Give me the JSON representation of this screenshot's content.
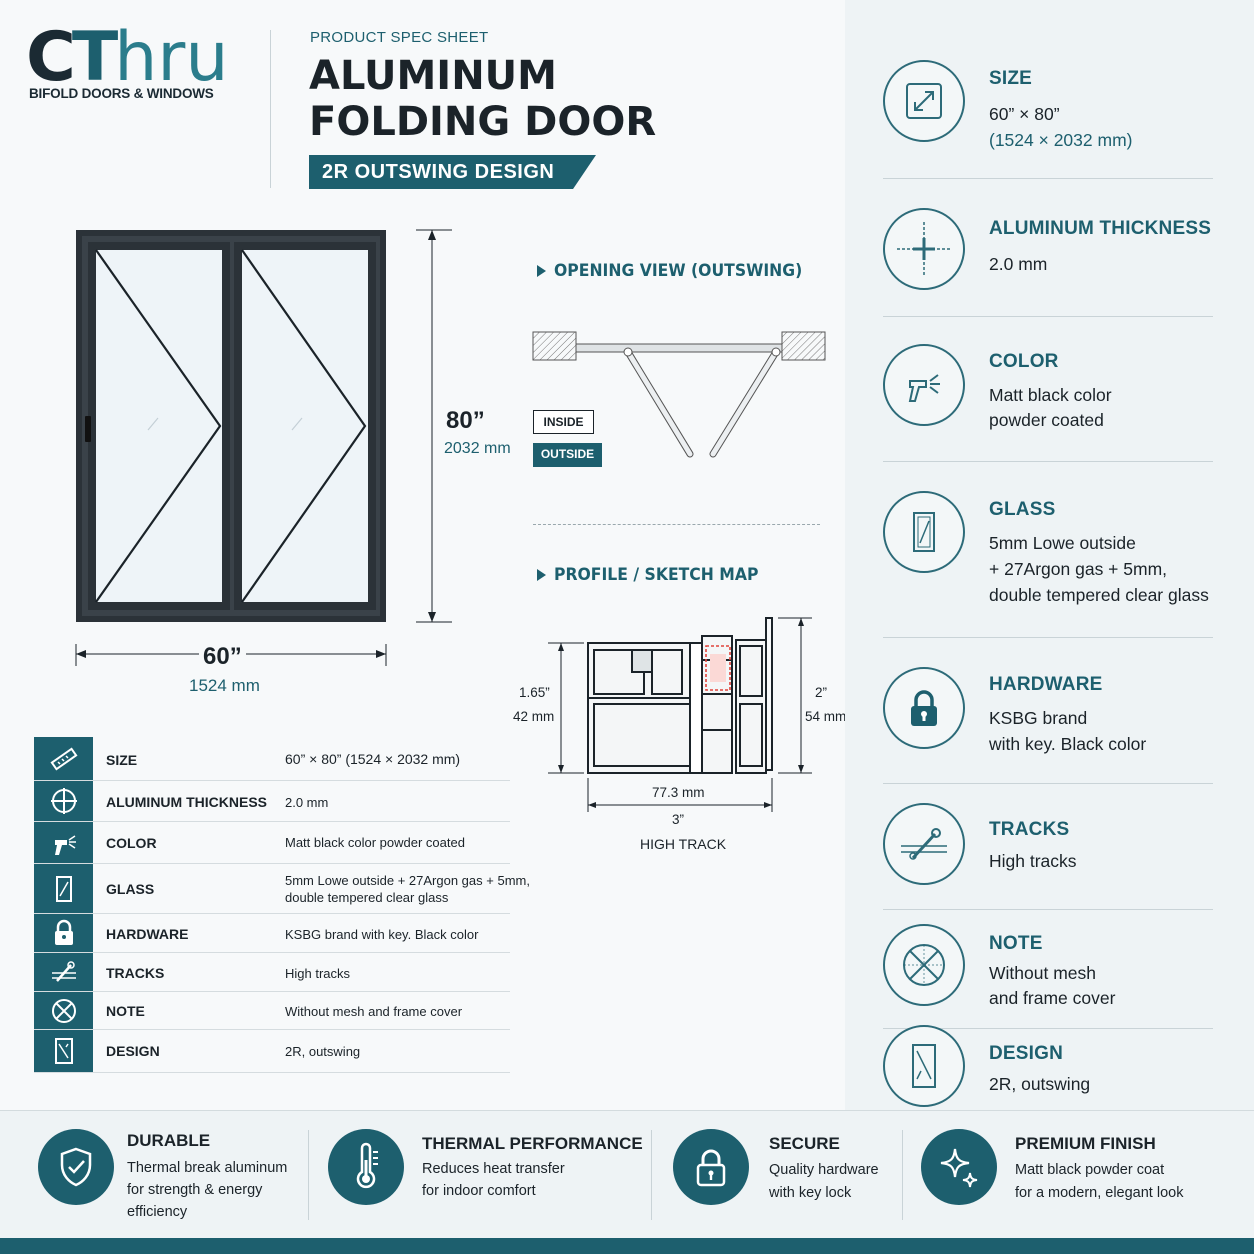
{
  "brand": {
    "logo_c": "C",
    "logo_t": "T",
    "logo_hru": "hru",
    "tagline": "BIFOLD DOORS & WINDOWS"
  },
  "header": {
    "eyebrow": "PRODUCT SPEC SHEET",
    "title_line1": "ALUMINUM",
    "title_line2": "FOLDING DOOR",
    "banner": "2R OUTSWING DESIGN"
  },
  "door": {
    "height_in": "80”",
    "height_mm": "2032 mm",
    "width_in": "60”",
    "width_mm": "1524 mm"
  },
  "opening_view": {
    "title": "OPENING VIEW (OUTSWING)",
    "inside": "INSIDE",
    "outside": "OUTSIDE"
  },
  "profile": {
    "title": "PROFILE / SKETCH MAP",
    "left_in": "1.65”",
    "left_mm": "42 mm",
    "right_in": "2”",
    "right_mm": "54 mm",
    "bottom_mm": "77.3 mm",
    "bottom_in": "3”",
    "caption": "HIGH TRACK"
  },
  "spec_table": [
    {
      "label": "SIZE",
      "value": "60” × 80” (1524 × 2032 mm)",
      "icon": "ruler-icon"
    },
    {
      "label": "ALUMINUM THICKNESS",
      "value": "2.0 mm",
      "icon": "crosshair-icon"
    },
    {
      "label": "COLOR",
      "value": "Matt black color powder coated",
      "icon": "spray-gun-icon"
    },
    {
      "label": "GLASS",
      "value_line1": "5mm Lowe outside + 27Argon gas + 5mm,",
      "value_line2": "double tempered clear glass",
      "icon": "glass-pane-icon"
    },
    {
      "label": "HARDWARE",
      "value": "KSBG brand with key. Black color",
      "icon": "padlock-icon"
    },
    {
      "label": "TRACKS",
      "value": "High tracks",
      "icon": "track-icon"
    },
    {
      "label": "NOTE",
      "value": "Without mesh and frame cover",
      "icon": "no-mesh-icon"
    },
    {
      "label": "DESIGN",
      "value": "2R, outswing",
      "icon": "door-icon"
    }
  ],
  "right_specs": [
    {
      "title": "SIZE",
      "line1": "60” × 80”",
      "line2": "(1524 × 2032 mm)",
      "icon": "resize-icon"
    },
    {
      "title": "ALUMINUM THICKNESS",
      "line1": "2.0 mm",
      "icon": "crosshair-icon"
    },
    {
      "title": "COLOR",
      "line1": "Matt black color",
      "line2": "powder coated",
      "icon": "spray-gun-icon"
    },
    {
      "title": "GLASS",
      "line1": "5mm Lowe outside",
      "line2": "+ 27Argon gas + 5mm,",
      "line3": "double tempered clear glass",
      "icon": "glass-pane-icon"
    },
    {
      "title": "HARDWARE",
      "line1": "KSBG brand",
      "line2": "with key. Black color",
      "icon": "padlock-icon"
    },
    {
      "title": "TRACKS",
      "line1": "High tracks",
      "icon": "track-icon"
    },
    {
      "title": "NOTE",
      "line1": "Without mesh",
      "line2": "and frame cover",
      "icon": "no-mesh-icon"
    },
    {
      "title": "DESIGN",
      "line1": "2R, outswing",
      "icon": "door-icon"
    }
  ],
  "features": [
    {
      "title": "DURABLE",
      "line1": "Thermal break aluminum",
      "line2": "for strength & energy",
      "line3": "efficiency",
      "icon": "shield-check-icon"
    },
    {
      "title": "THERMAL PERFORMANCE",
      "line1": "Reduces heat transfer",
      "line2": "for indoor comfort",
      "icon": "thermometer-icon"
    },
    {
      "title": "SECURE",
      "line1": "Quality hardware",
      "line2": "with key lock",
      "icon": "lock-icon"
    },
    {
      "title": "PREMIUM FINISH",
      "line1": "Matt black powder coat",
      "line2": "for a modern, elegant look",
      "icon": "sparkle-icon"
    }
  ],
  "colors": {
    "accent": "#1d5f6e",
    "frame": "#2b3238",
    "profile_highlight": "#e0443c"
  }
}
